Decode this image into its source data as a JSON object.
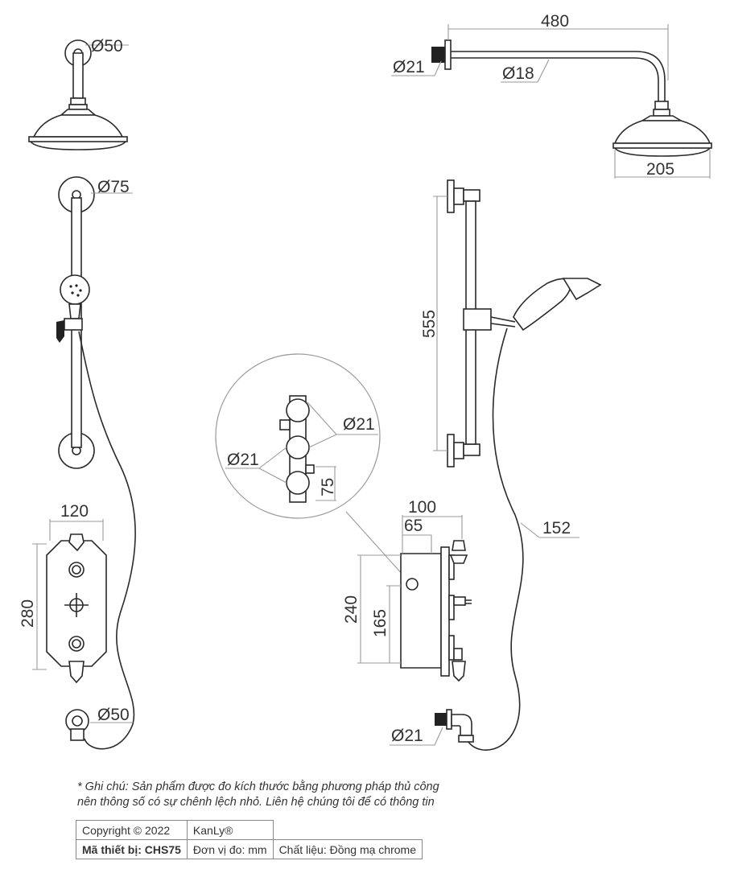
{
  "dimensions": {
    "head_left_arm_diameter": "Ø50",
    "arm_length": "480",
    "arm_inlet_diameter": "Ø21",
    "arm_pipe_diameter": "Ø18",
    "head_diameter": "205",
    "rail_flange_diameter": "Ø75",
    "rail_height": "555",
    "valve_outlet_diameter_right": "Ø21",
    "valve_outlet_diameter_left": "Ø21",
    "valve_outlet_spacing": "75",
    "plate_width": "120",
    "plate_height": "280",
    "valve_depth_total": "100",
    "valve_depth_body": "65",
    "valve_height_total": "240",
    "valve_height_body": "165",
    "hose_length": "152",
    "bottom_outlet_diameter": "Ø50",
    "bottom_elbow_diameter": "Ø21"
  },
  "note": {
    "line1": "* Ghi chú: Sản phẩm được đo kích thước bằng phương pháp thủ công",
    "line2": "nên thông số có sự chênh lệch nhỏ. Liên hệ chúng tôi để có thông tin"
  },
  "info_table": {
    "copyright": "Copyright © 2022",
    "brand": "KanLy®",
    "model": "Mã thiết bị: CHS75",
    "unit": "Đơn vị đo: mm",
    "material": "Chất liệu: Đồng mạ chrome"
  }
}
